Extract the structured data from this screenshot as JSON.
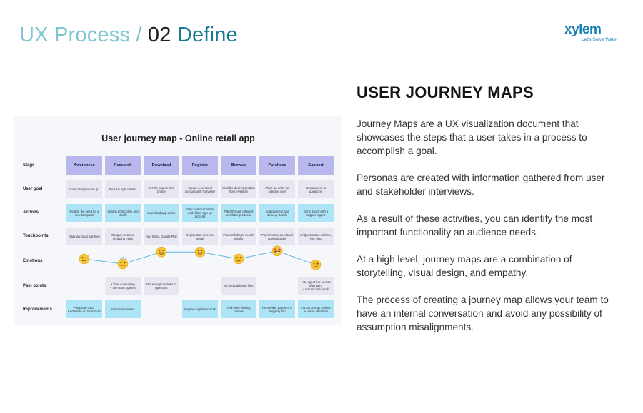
{
  "header": {
    "title_part1": "UX Process",
    "title_sep": " / ",
    "title_part2": "02",
    "title_part3": " Define"
  },
  "logo": {
    "word": "xylem",
    "tagline": "Let's Solve Water",
    "color": "#1a7fb6"
  },
  "journey_map": {
    "title": "User journey map - Online retail app",
    "row_labels": [
      "Stage",
      "User goal",
      "Actions",
      "Touchpoints",
      "Emotions",
      "Pain points",
      "Improvements"
    ],
    "stages": [
      "Awareness",
      "Research",
      "Download",
      "Register",
      "Browse",
      "Purchase",
      "Support"
    ],
    "user_goals": [
      "Carry things on the go",
      "Find the right retailer",
      "Get the app on their phone",
      "Create a personal account with no hassle",
      "Find the desired product from inventory",
      "Place an order for selected item",
      "Get answers to questions"
    ],
    "actions": [
      "Realize the need for a new backpack",
      "Search both online and locally",
      "Download app online",
      "Enter personal details and follow sign-up process",
      "Filter through different available products",
      "Add payment and delivery details",
      "Get in touch with a support agent"
    ],
    "touchpoints": [
      "Daily personal activities",
      "Google, Amazon, shopping malls",
      "App Store, Google Play",
      "Registration screens, email",
      "Product listings, search results",
      "Payment screens, bank authentication",
      "FAQs, Contact us form, live chat"
    ],
    "emotions": [
      "thinking",
      "stressed",
      "happy",
      "happy",
      "smile",
      "excited",
      "neutral"
    ],
    "emotion_levels": [
      0.5,
      0.25,
      0.85,
      0.85,
      0.5,
      0.9,
      0.2
    ],
    "pain_points": [
      "",
      "• Time consuming\n• Too many options",
      "Not enough reviews to gain trust",
      "",
      "No backpack size filter",
      "",
      "• No agent live to chat after 5pm\n• Cannot find email"
    ],
    "improvements": [
      "• Improve SEO\n• Advertise on local radio",
      "Get more reviews",
      "",
      "Improve registration UX",
      "Add more filtering options",
      "Remember payment & shipping info",
      "In-chat prompt to write an email after 5pm"
    ],
    "colors": {
      "stage": "#b9b8ee",
      "neutral_cell": "#e7e7f2",
      "accent_cell": "#aee4f7",
      "line": "#5ab6e0",
      "emoji": "#f7c536"
    }
  },
  "section": {
    "heading": "USER JOURNEY MAPS",
    "paragraphs": [
      "Journey Maps are a UX visualization document that showcases the steps that a user takes in a process to accomplish a goal.",
      "Personas are created with information gathered from user and stakeholder interviews.",
      "As a result of these activities, you can identify the most important functionality an audience needs.",
      "At a high level, journey maps are a combination of storytelling, visual design, and empathy.",
      "The process of creating a journey map allows your team to have an internal conversation and avoid any possibility of assumption misalignments."
    ]
  }
}
